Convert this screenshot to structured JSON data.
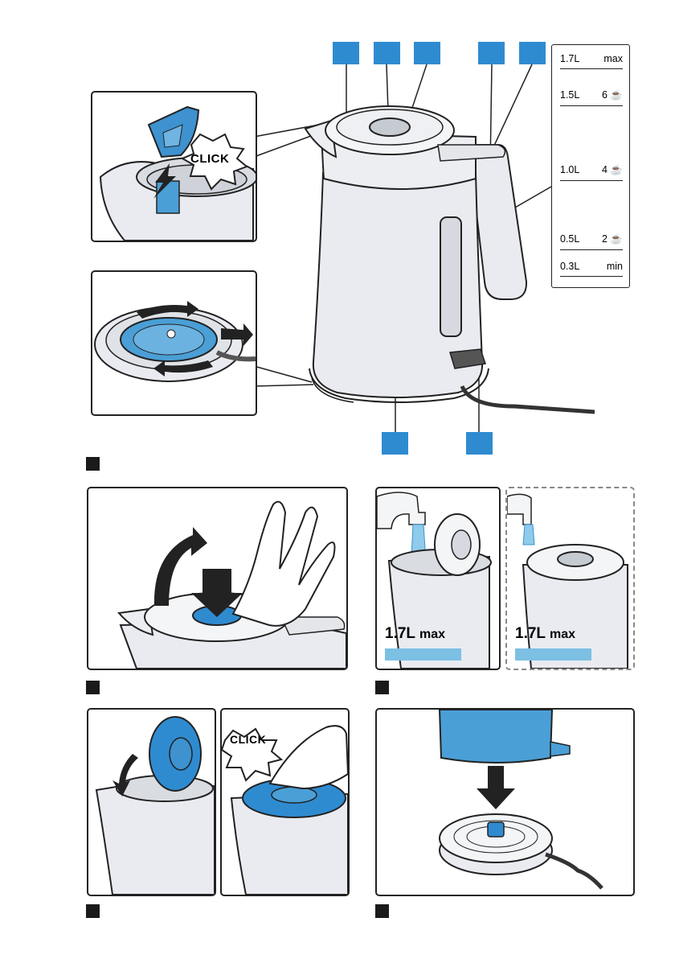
{
  "scale": {
    "rows": [
      {
        "volume": "1.7L",
        "mark": "max"
      },
      {
        "volume": "1.5L",
        "mark": "6"
      },
      {
        "volume": "1.0L",
        "mark": "4"
      },
      {
        "volume": "0.5L",
        "mark": "2"
      },
      {
        "volume": "0.3L",
        "mark": "min"
      }
    ],
    "cup_icon": "cup-icon"
  },
  "click_text": "CLICK",
  "fill": {
    "volume": "1.7L",
    "mark": "max"
  },
  "colors": {
    "accent_blue": "#2f8bd0",
    "light_blue": "#7cc0e4",
    "kettle_grey": "#e9ebf0",
    "outline": "#222222"
  }
}
